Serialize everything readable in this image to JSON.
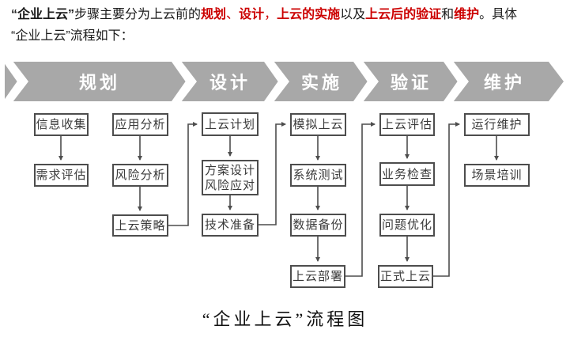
{
  "paragraph": {
    "line1": [
      {
        "t": "“企业上云”"
      },
      {
        "t": "步骤主要分为上云前的"
      },
      {
        "t": "规划"
      },
      {
        "t": "、"
      },
      {
        "t": "设计"
      },
      {
        "t": "，"
      },
      {
        "t": "上云的实施"
      },
      {
        "t": "以及"
      },
      {
        "t": "上云后的验证"
      },
      {
        "t": "和"
      },
      {
        "t": "维护"
      },
      {
        "t": "。具体"
      }
    ],
    "line2": "“企业上云”流程如下："
  },
  "process_bar": {
    "stages": [
      "规划",
      "设计",
      "实施",
      "验证",
      "维护"
    ]
  },
  "flowchart": {
    "nodes": {
      "info_collect": "信息收集",
      "demand_eval": "需求评估",
      "app_analysis": "应用分析",
      "risk_analysis": "风险分析",
      "cloud_strategy": "上云策略",
      "cloud_plan": "上云计划",
      "scheme_design": "方案设计\n风险应对",
      "tech_prep": "技术准备",
      "simulate_cloud": "模拟上云",
      "system_test": "系统测试",
      "data_backup": "数据备份",
      "cloud_deploy": "上云部署",
      "cloud_assess": "上云评估",
      "business_check": "业务检查",
      "problem_opt": "问题优化",
      "official_cloud": "正式上云",
      "operation_maint": "运行维护",
      "scene_training": "场景培训"
    }
  },
  "caption": "“企业上云”流程图",
  "colors": {
    "accent_red": "#cc0000",
    "text_black": "#1a1a1a",
    "bar_gray": "#a8a8a8",
    "box_border": "#4d4d4d",
    "box_text": "#3a3a3a"
  }
}
